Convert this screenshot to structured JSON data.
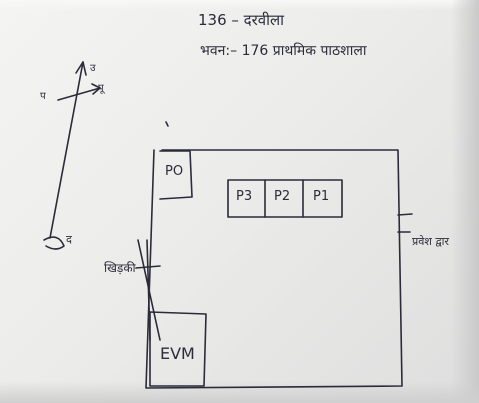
{
  "header": {
    "line1": "136 – दरवीला",
    "line2": "भवन:– 176 प्राथमिक पाठशाला"
  },
  "compass": {
    "north_label": "उ",
    "east_label": "पू",
    "south_label": "द",
    "west_label": "प"
  },
  "booths": {
    "po_label": "PO",
    "polling_officers": [
      "P3",
      "P2",
      "P1"
    ]
  },
  "window_label": "खिड़की",
  "evm_label": "EVM",
  "entrance_label": "प्रवेश द्वार",
  "colors": {
    "ink": "#2b2b3a",
    "paper": "#efefed"
  }
}
